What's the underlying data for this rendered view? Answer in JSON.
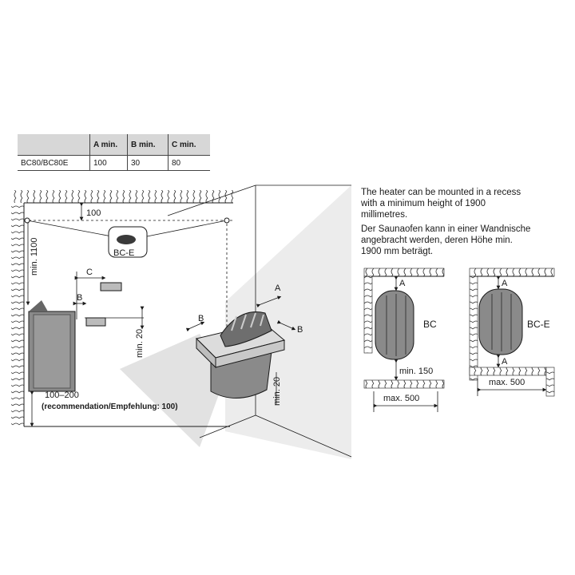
{
  "table": {
    "headers": [
      "",
      "A min.",
      "B min.",
      "C min."
    ],
    "row": [
      "BC80/BC80E",
      "100",
      "30",
      "80"
    ]
  },
  "notes": {
    "en": [
      "The heater can be mounted in a recess",
      "with a minimum height of 1900",
      "millimetres."
    ],
    "de": [
      "Der Saunaofen kann in einer Wandnische",
      "angebracht werden, deren Höhe min.",
      "1900 mm beträgt."
    ]
  },
  "left_diagram": {
    "dim_top": "100",
    "dim_height": "min. 1100",
    "dim_c": "C",
    "dim_b": "B",
    "dim_min20": "min. 20",
    "control_label": "BC-E",
    "dim_bottom": "100–200",
    "dim_bottom_note": "(recommendation/Empfehlung: 100)"
  },
  "center_diagram": {
    "dim_a": "A",
    "dim_b_left": "B",
    "dim_b_right": "B",
    "dim_min20": "min. 20"
  },
  "recess_bc": {
    "label": "BC",
    "dim_a": "A",
    "dim_min150": "min. 150",
    "dim_max500": "max. 500"
  },
  "recess_bce": {
    "label": "BC-E",
    "dim_a_top": "A",
    "dim_a_bottom": "A",
    "dim_max500": "max. 500"
  },
  "colors": {
    "line": "#1a1a1a",
    "heater": "#8a8a8a",
    "shade": "#d6d6d6",
    "light_shade": "#ececec"
  }
}
